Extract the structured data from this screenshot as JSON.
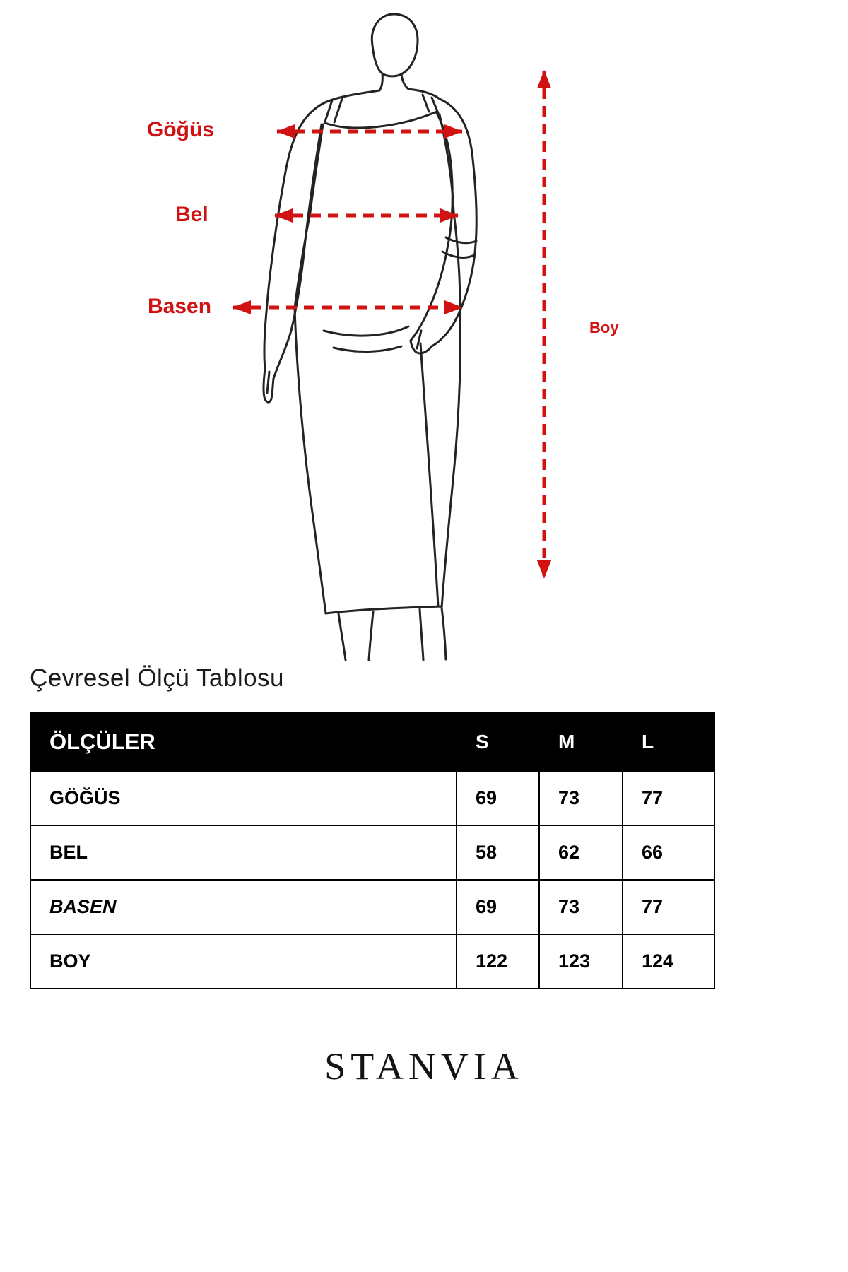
{
  "diagram": {
    "accent_color": "#d01212",
    "labels": {
      "chest": "Göğüs",
      "waist": "Bel",
      "hips": "Basen",
      "length": "Boy"
    }
  },
  "section": {
    "title": "Çevresel Ölçü Tablosu"
  },
  "table": {
    "header": [
      "ÖLÇÜLER",
      "S",
      "M",
      "L"
    ],
    "rows": [
      {
        "label": "GÖĞÜS",
        "values": [
          "69",
          "73",
          "77"
        ]
      },
      {
        "label": "BEL",
        "values": [
          "58",
          "62",
          "66"
        ]
      },
      {
        "label": "BASEN",
        "values": [
          "69",
          "73",
          "77"
        ]
      },
      {
        "label": "BOY",
        "values": [
          "122",
          "123",
          "124"
        ]
      }
    ]
  },
  "footer": {
    "brand": "STANVIA"
  }
}
